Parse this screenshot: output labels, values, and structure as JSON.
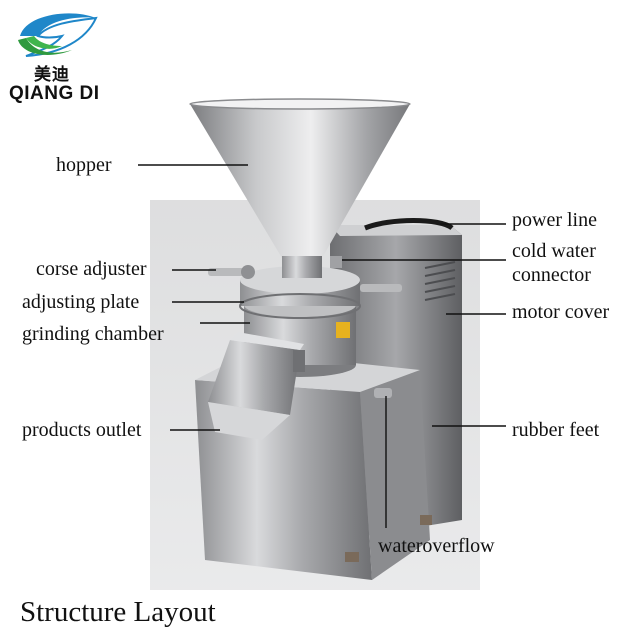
{
  "brand": {
    "name_cn": "美迪",
    "name_en": "QIANG DI",
    "logo_colors": {
      "blue": "#1f87c9",
      "green": "#2f9a3f"
    }
  },
  "title": "Structure Layout",
  "labels": {
    "hopper": "hopper",
    "power_line": "power line",
    "cold_water_line1": "cold water",
    "cold_water_line2": "connector",
    "corse_adjuster": "corse adjuster",
    "adjusting_plate": "adjusting plate",
    "grinding_chamber": "grinding chamber",
    "motor_cover": "motor cover",
    "products_outlet": "products outlet",
    "rubber_feet": "rubber feet",
    "wateroverflow": "wateroverflow"
  }
}
